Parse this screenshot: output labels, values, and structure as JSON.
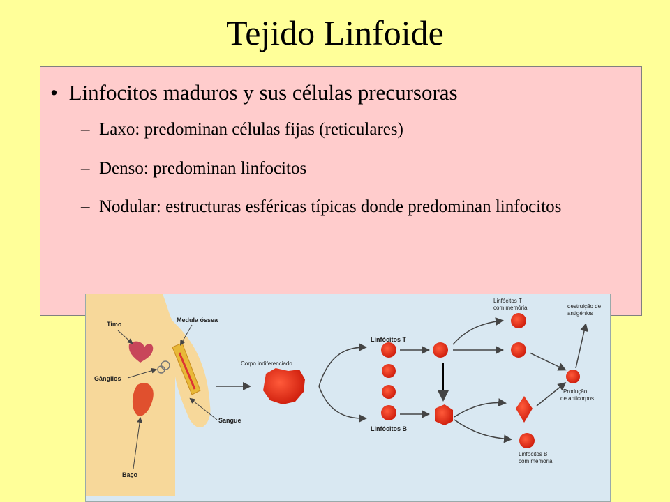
{
  "title": "Tejido Linfoide",
  "bullet": {
    "marker": "•",
    "text": "Linfocitos maduros y sus células precursoras",
    "dash": "–",
    "subitems": [
      "Laxo:  predominan células fijas (reticulares)",
      "Denso:  predominan linfocitos",
      "Nodular: estructuras esféricas típicas donde predominan linfocitos"
    ]
  },
  "diagram": {
    "labels": {
      "timo": "Timo",
      "medula": "Medula óssea",
      "ganglios": "Gânglios",
      "sangue": "Sangue",
      "baco": "Baço",
      "corpo": "Corpo indiferenciado",
      "linf_t": "Linfócitos T",
      "linf_b": "Linfócitos B",
      "linf_t_mem_1": "Linfócitos T",
      "linf_t_mem_2": "com memória",
      "destr_1": "destruição de",
      "destr_2": "antigénios",
      "prod_1": "Produção",
      "prod_2": "de anticorpos",
      "linf_b_mem_1": "Linfócitos B",
      "linf_b_mem_2": "com memória"
    }
  }
}
